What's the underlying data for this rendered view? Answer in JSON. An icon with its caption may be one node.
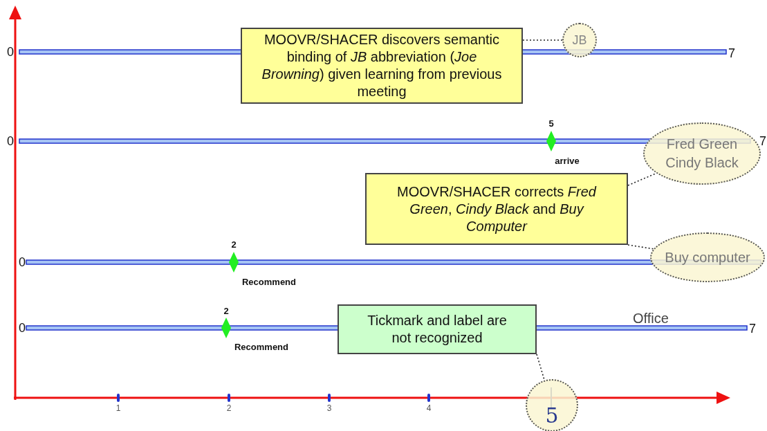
{
  "diagram": {
    "nodes": [
      {
        "text": [
          "MOOVR/SHACER discovers semantic binding of *JB* abbreviation (*Joe Browning*) given learning from previous meeting"
        ]
      },
      {
        "text": [
          "JB"
        ]
      },
      {
        "text": [
          "MOOVR/SHACER corrects *Fred Green*, *Cindy Black* and *Buy Computer*"
        ]
      },
      {
        "text": [
          "Fred Green",
          "Cindy Black"
        ]
      },
      {
        "text": [
          "Buy computer"
        ]
      },
      {
        "text": [
          "Tickmark and label are not recognized"
        ]
      },
      {
        "text": [
          "5"
        ]
      }
    ],
    "edges": [
      {
        "from": 0,
        "to": 1,
        "arrow": "none",
        "style": "dashed"
      },
      {
        "from": 2,
        "to": 3,
        "arrow": "none",
        "style": "dashed"
      },
      {
        "from": 2,
        "to": 4,
        "arrow": "none",
        "style": "dashed"
      },
      {
        "from": 5,
        "to": 6,
        "arrow": "none",
        "style": "dashed"
      }
    ],
    "labels": [
      "0",
      "7",
      "5",
      "0",
      "7",
      "arrive",
      "2",
      "0",
      "Recommend",
      "2",
      "0",
      "Office",
      "7",
      "Recommend",
      "1",
      "2",
      "3",
      "4"
    ]
  }
}
